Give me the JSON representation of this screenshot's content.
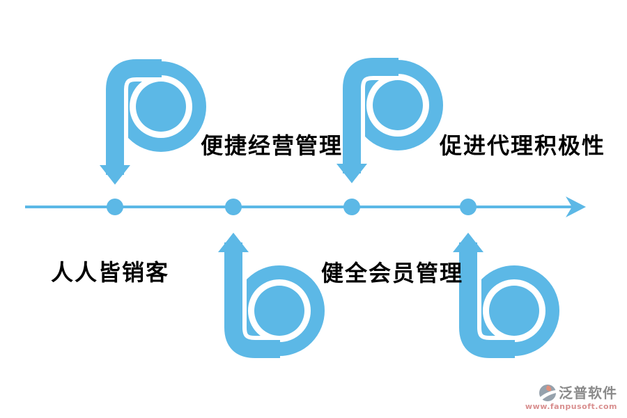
{
  "colors": {
    "accent_blue": "#5CB8E6",
    "label_text": "#000000",
    "watermark_grey": "#8a8a8a",
    "watermark_pink": "#d98f8f",
    "background": "#ffffff"
  },
  "timeline": {
    "type": "horizontal-arrow-timeline",
    "direction": "left-to-right",
    "stop_count": 4,
    "stops": [
      {
        "label": "人人皆销客",
        "pin": "loop-arrow-down",
        "pin_side": "above-line",
        "label_side": "below-line"
      },
      {
        "label": "便捷经营管理",
        "pin": "loop-arrow-up",
        "pin_side": "below-line",
        "label_side": "above-line"
      },
      {
        "label": "健全会员管理",
        "pin": "loop-arrow-down",
        "pin_side": "above-line",
        "label_side": "below-line"
      },
      {
        "label": "促进代理积极性",
        "pin": "loop-arrow-up",
        "pin_side": "below-line",
        "label_side": "above-line"
      }
    ]
  },
  "watermark": {
    "icon": "fanpu-logo-icon",
    "brand": "泛普软件",
    "url": "www.fanpusoft.com"
  }
}
